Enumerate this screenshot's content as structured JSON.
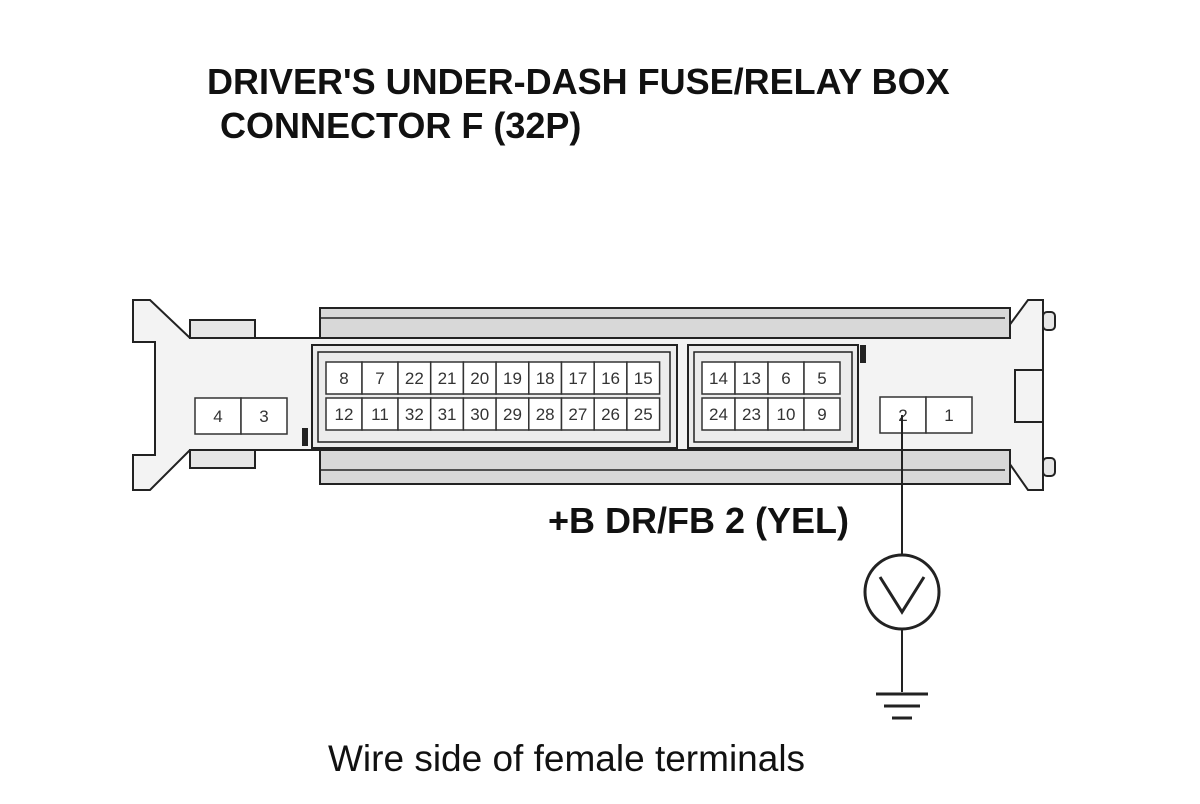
{
  "title": {
    "line1": "DRIVER'S UNDER-DASH FUSE/RELAY BOX",
    "line2": "CONNECTOR F (32P)"
  },
  "wire_label": "+B DR/FB 2 (YEL)",
  "caption": "Wire side of female terminals",
  "meter_icon": "voltmeter-icon",
  "ground_icon": "ground-icon",
  "colors": {
    "line": "#222222",
    "body_fill": "#f3f3f3",
    "shade": "#d4d4d4"
  },
  "terminals": {
    "left_block": [
      "4",
      "3"
    ],
    "main_block_top": [
      "8",
      "7",
      "22",
      "21",
      "20",
      "19",
      "18",
      "17",
      "16",
      "15"
    ],
    "main_block_bottom": [
      "12",
      "11",
      "32",
      "31",
      "30",
      "29",
      "28",
      "27",
      "26",
      "25"
    ],
    "mid_block_top": [
      "14",
      "13",
      "6",
      "5"
    ],
    "mid_block_bottom": [
      "24",
      "23",
      "10",
      "9"
    ],
    "right_block": [
      "2",
      "1"
    ]
  }
}
